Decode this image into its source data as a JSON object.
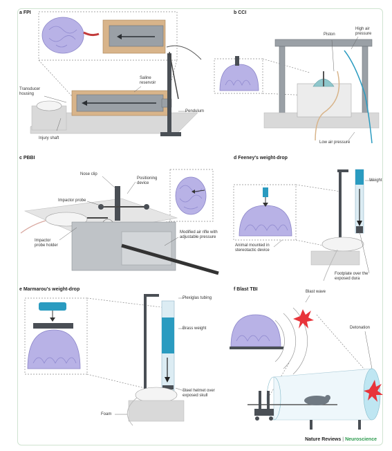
{
  "panels": {
    "a": {
      "title": "a FPI",
      "labels": {
        "saline": "Saline\nreservoir",
        "transducer": "Transducer\nhousing",
        "pendulum": "Pendulum",
        "shaft": "Injury shaft"
      }
    },
    "b": {
      "title": "b CCI",
      "labels": {
        "piston": "Piston",
        "high_air": "High air\npressure",
        "low_air": "Low air pressure"
      }
    },
    "c": {
      "title": "c PBBI",
      "labels": {
        "nose_clip": "Nose clip",
        "positioning": "Positioning\ndevice",
        "impactor_probe": "Impactor probe",
        "probe_holder": "Impactor\nprobe holder",
        "rifle": "Modified air rifle with\nadjustable pressure"
      }
    },
    "d": {
      "title": "d Feeney's weight-drop",
      "labels": {
        "weight": "Weight",
        "animal": "Animal mounted in\nstereotactic device",
        "footplate": "Footplate over the\nexposed dura"
      }
    },
    "e": {
      "title": "e Marmarou's weight-drop",
      "labels": {
        "plexiglas": "Plexiglas tubing",
        "brass": "Brass weight",
        "helmet": "Steel helmet over\nexposed skull",
        "foam": "Foam"
      }
    },
    "f": {
      "title": "f Blast TBI",
      "labels": {
        "blast_wave": "Blast wave",
        "detonation": "Detonation"
      }
    }
  },
  "credit": {
    "journal_prefix": "Nature Reviews",
    "separator": "|",
    "journal_name": "Neuroscience"
  },
  "colors": {
    "tissue": "#b8b2e6",
    "accent_blue": "#2a9bc0",
    "metal": "#9aa0a6",
    "wood": "#d8b48a",
    "journal_green": "#2e9b4f",
    "blast_red": "#e8343a"
  }
}
